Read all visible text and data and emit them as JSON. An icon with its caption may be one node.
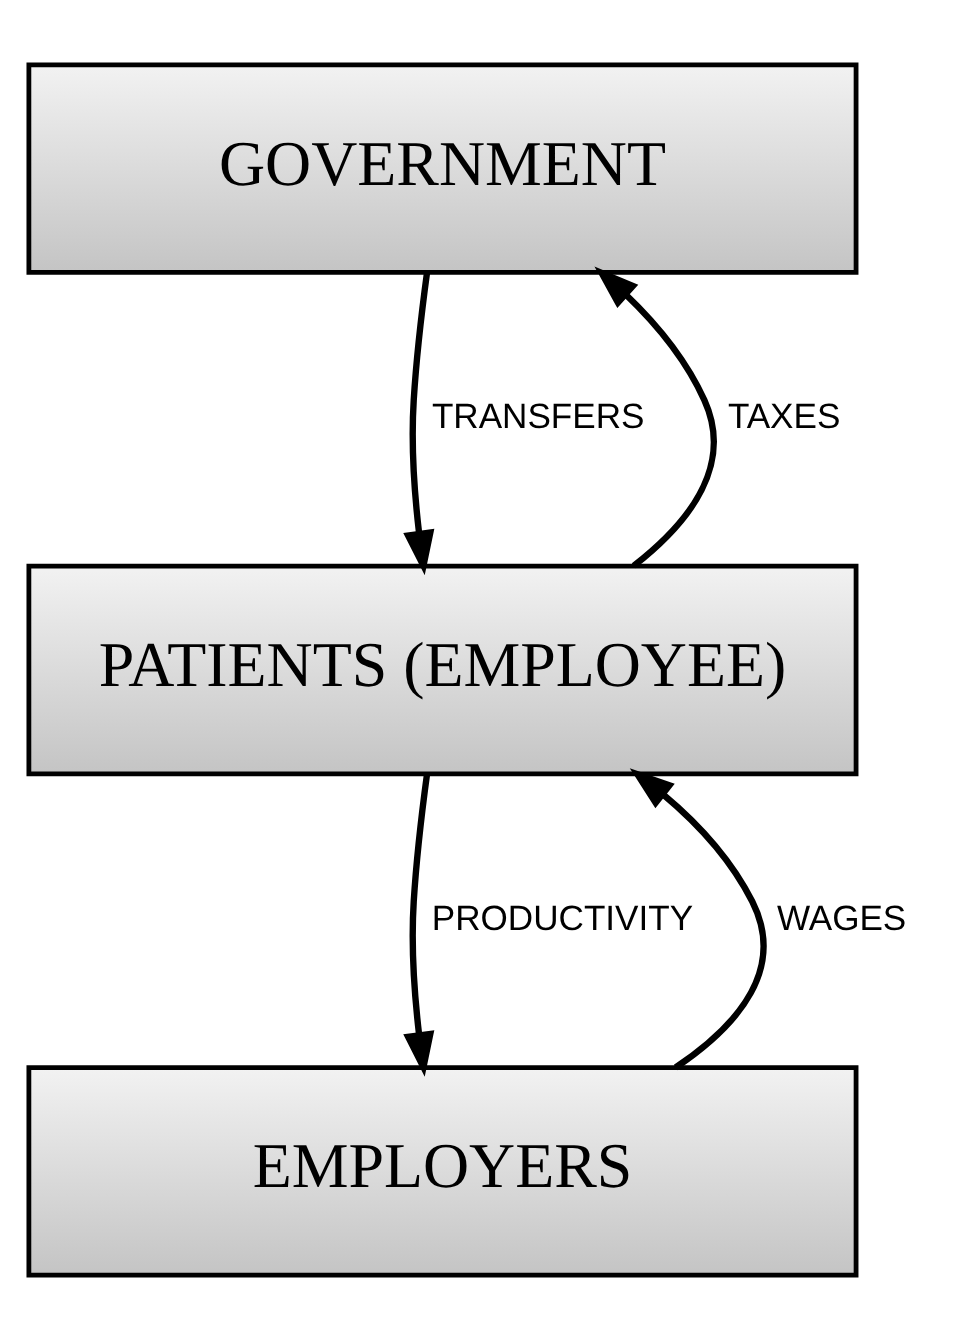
{
  "diagram": {
    "nodes": [
      {
        "text": [
          "GOVERNMENT"
        ]
      },
      {
        "text": [
          "PATIENTS (EMPLOYEE)"
        ]
      },
      {
        "text": [
          "EMPLOYERS"
        ]
      }
    ],
    "edges": [
      {
        "from": 1,
        "to": 0,
        "arrow": "to",
        "label": "TAXES"
      },
      {
        "from": 0,
        "to": 1,
        "arrow": "to",
        "label": "TRANSFERS"
      },
      {
        "from": 2,
        "to": 1,
        "arrow": "to",
        "label": "WAGES"
      },
      {
        "from": 1,
        "to": 2,
        "arrow": "to",
        "label": "PRODUCTIVITY"
      }
    ]
  }
}
